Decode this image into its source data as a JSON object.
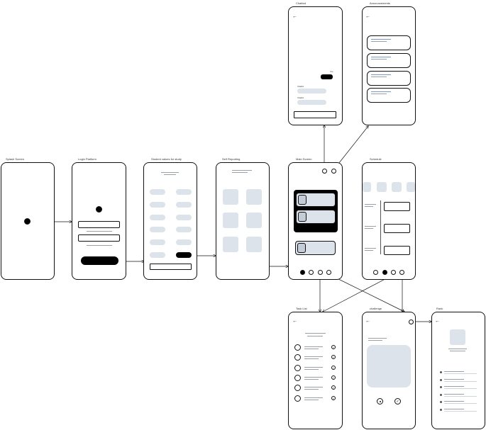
{
  "screens": {
    "splash": {
      "title": "Splash Screen"
    },
    "login": {
      "title": "Login Platform"
    },
    "student_values": {
      "title": "Student values for study"
    },
    "self_reporting": {
      "title": "Self Reporting"
    },
    "main": {
      "title": "Main Screen"
    },
    "schedule": {
      "title": "Schedule"
    },
    "chatbot": {
      "title": "Chatbot",
      "labels": {
        "you": "You",
        "chatbot_1": "Chatbot",
        "chatbot_2": "Chatbot"
      }
    },
    "announcements": {
      "title": "Announcements"
    },
    "task_list": {
      "title": "Task List"
    },
    "challenge": {
      "title": "challenge"
    },
    "rank": {
      "title": "Rank"
    }
  },
  "icons": {
    "back": "back-arrow-icon"
  },
  "colors": {
    "placeholder": "#dde3ea",
    "stroke": "#111111",
    "accent_line": "#7b97c9"
  }
}
